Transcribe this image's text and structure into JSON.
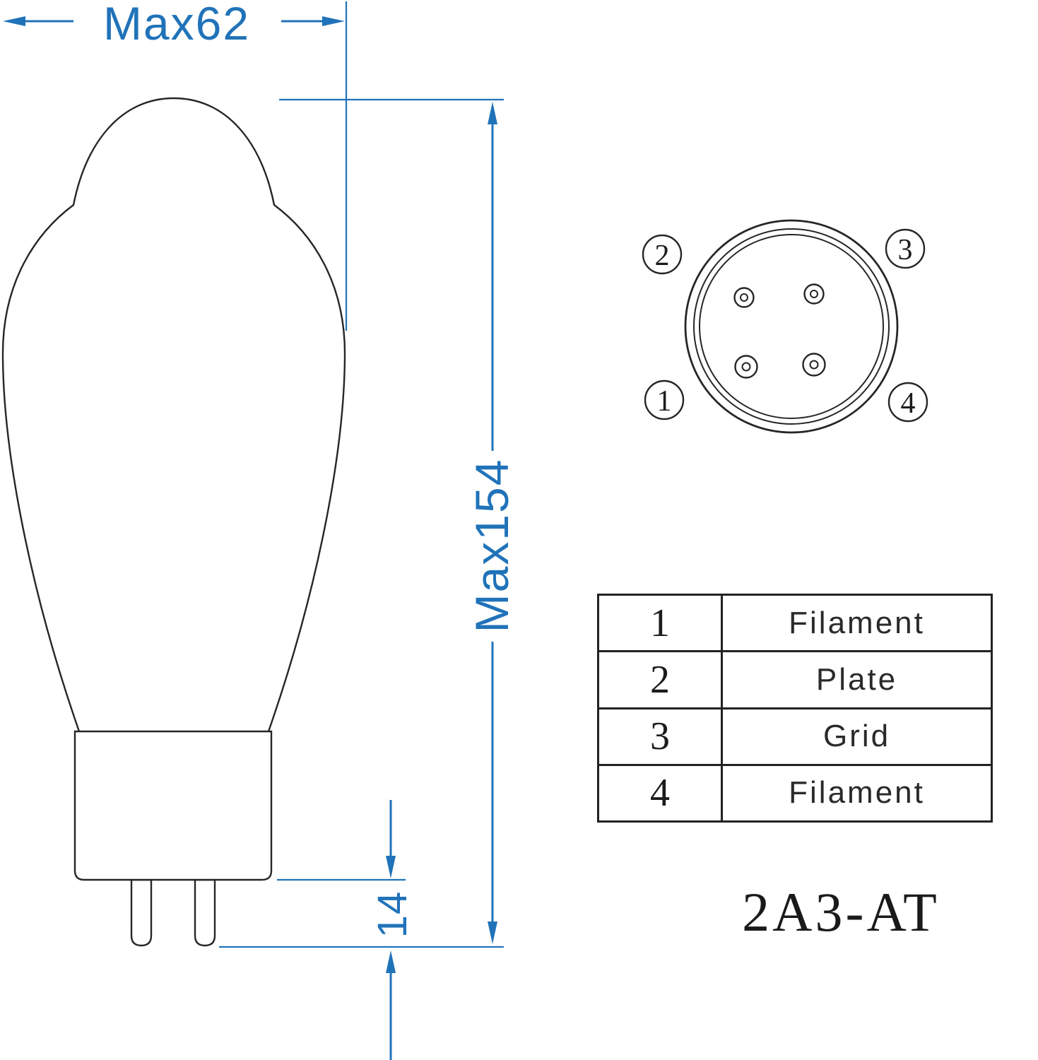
{
  "title": "2A3-AT",
  "dimensions": {
    "width": "Max62",
    "height": "Max154",
    "pin_length": "14"
  },
  "pin_diagram": {
    "labels": [
      "1",
      "2",
      "3",
      "4"
    ]
  },
  "pin_table": {
    "rows": [
      {
        "pin": "1",
        "name": "Filament"
      },
      {
        "pin": "2",
        "name": "Plate"
      },
      {
        "pin": "3",
        "name": "Grid"
      },
      {
        "pin": "4",
        "name": "Filament"
      }
    ]
  },
  "colors": {
    "dimension_blue": "#2173b9",
    "line_black": "#262626"
  }
}
